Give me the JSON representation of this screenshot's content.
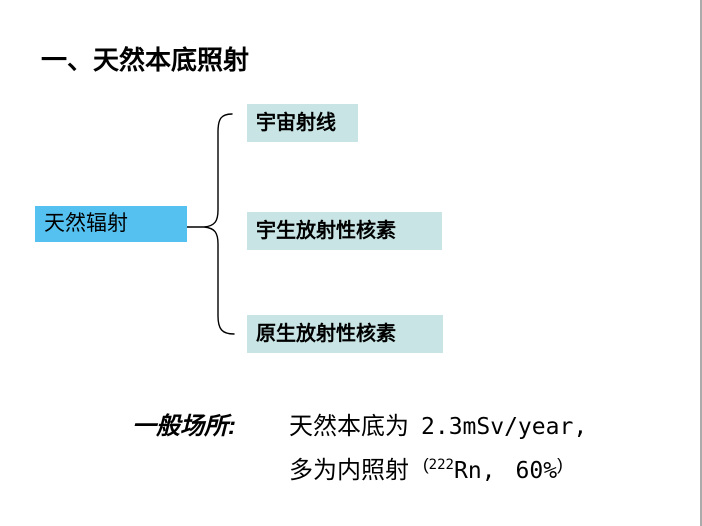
{
  "title": {
    "text": "一、天然本底照射"
  },
  "colors": {
    "root_box_bg": "#55C1F0",
    "branch_box_bg": "#C8E4E4",
    "edge_line": "#ABABAB"
  },
  "diagram": {
    "root_label": "天然辐射",
    "branches": [
      {
        "label": "宇宙射线"
      },
      {
        "label": "宇生放射性核素"
      },
      {
        "label": "原生放射性核素"
      }
    ]
  },
  "note": {
    "lead": "一般场所:",
    "line1_cn": "天然本底为",
    "line1_value": "2.3mSv/year,",
    "line2_cn": "多为内照射",
    "open_paren": "(",
    "isotope_mass": "222",
    "isotope": "Rn,",
    "share": "60%",
    "close_paren": ")"
  }
}
